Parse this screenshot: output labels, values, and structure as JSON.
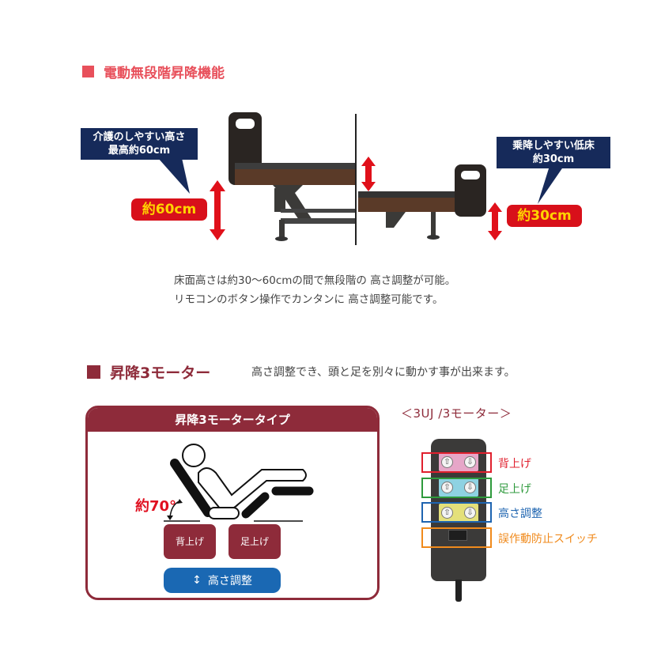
{
  "section1": {
    "title": "電動無段階昇降機能",
    "title_color": "#e8505b",
    "callout_high": {
      "line1": "介護のしやすい高さ",
      "line2": "最高約60cm"
    },
    "callout_low": {
      "line1": "乗降しやすい低床",
      "line2": "約30cm"
    },
    "pill_high": "約60cm",
    "pill_low": "約30cm",
    "description": [
      "床面高さは約30～60cmの間で無段階の 高さ調整が可能。",
      "リモコンのボタン操作でカンタンに 高さ調整可能です。"
    ]
  },
  "section2": {
    "title": "昇降3モーター",
    "subtitle": "高さ調整でき、頭と足を別々に動かす事が出来ます。",
    "accent_color": "#8e2b3a",
    "panel": {
      "header": "昇降3モータータイプ",
      "angle_label": "約70°",
      "back_button": "背上げ",
      "leg_button": "足上げ",
      "height_button": "高さ調整"
    },
    "remote": {
      "title": "＜3UJ /3モーター＞",
      "labels": [
        {
          "text": "背上げ",
          "color": "#e0202e"
        },
        {
          "text": "足上げ",
          "color": "#2e9a3c"
        },
        {
          "text": "高さ調整",
          "color": "#1e64b0"
        },
        {
          "text": "誤作動防止スイッチ",
          "color": "#f08a1c"
        }
      ]
    }
  }
}
